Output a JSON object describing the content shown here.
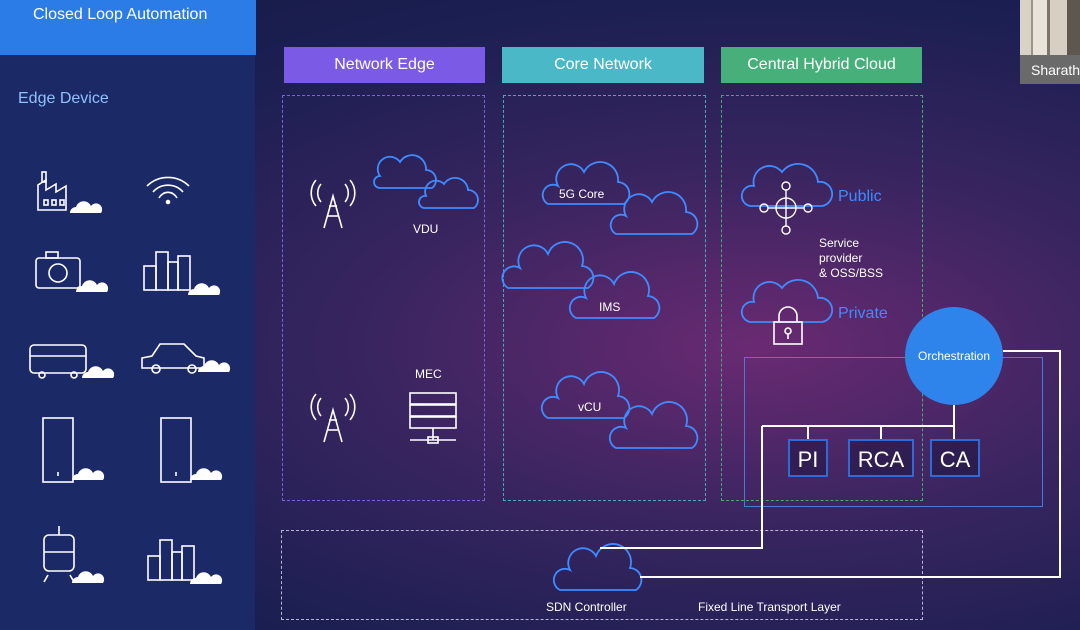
{
  "header": {
    "title": "Closed Loop Automation"
  },
  "left_panel": {
    "label": "Edge Device",
    "devices": [
      "factory-icon",
      "wifi-icon",
      "camera-icon",
      "city-buildings-icon",
      "bus-icon",
      "car-icon",
      "phone-device-icon",
      "phone-device-icon",
      "tram-icon",
      "city-buildings-icon"
    ]
  },
  "columns": {
    "network_edge": "Network Edge",
    "core_network": "Core Network",
    "central_hybrid_cloud": "Central Hybrid Cloud"
  },
  "network_edge": {
    "vdu": "VDU",
    "mec": "MEC"
  },
  "core_network": {
    "core_5g": "5G Core",
    "ims": "IMS",
    "vcu": "vCU"
  },
  "central_cloud": {
    "public": "Public",
    "service_lines": [
      "Service",
      "provider",
      "& OSS/BSS"
    ],
    "private": "Private"
  },
  "orchestration": {
    "label": "Orchestration",
    "modules": [
      "PI",
      "RCA",
      "CA"
    ]
  },
  "transport": {
    "sdn": "SDN Controller",
    "fixed_line": "Fixed Line Transport Layer"
  },
  "presenter": {
    "name": "Sharath"
  },
  "colors": {
    "title_bar": "#2b7ce6",
    "network_edge": "#7b5ae6",
    "core_network": "#4bb8c8",
    "central_cloud": "#47b07a",
    "accent_blue": "#3f8bff",
    "orchestration": "#2e84ea"
  }
}
